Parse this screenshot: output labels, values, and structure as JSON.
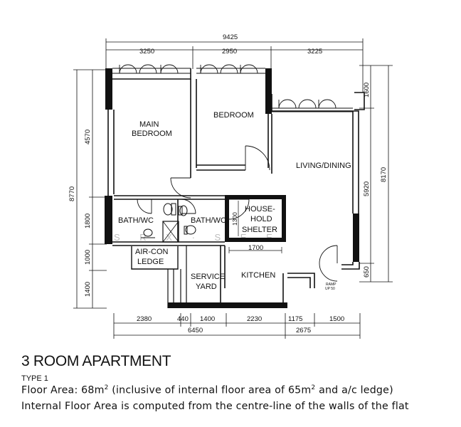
{
  "plan": {
    "rooms": {
      "main_bedroom": [
        "MAIN",
        "BEDROOM"
      ],
      "bedroom": "BEDROOM",
      "living_dining": "LIVING/DINING",
      "bath_wc_left": "BATH/WC",
      "bath_wc_right": "BATH/WC",
      "household_shelter": [
        "HOUSE-",
        "HOLD",
        "SHELTER"
      ],
      "aircon_ledge": [
        "AIR-CON",
        "LEDGE"
      ],
      "service_yard": [
        "SERVICE",
        "YARD"
      ],
      "kitchen": "KITCHEN",
      "ramp": [
        "RAMP",
        "UP 50"
      ]
    },
    "dims_top": {
      "overall": "9425",
      "parts": [
        "3250",
        "2950",
        "3225"
      ]
    },
    "dims_bottom": {
      "upper": [
        "2380",
        "440",
        "1400",
        "2230",
        "1175",
        "1500"
      ],
      "lower": [
        "6450",
        "2675"
      ]
    },
    "dims_left": {
      "overall": "8770",
      "parts": [
        "4570",
        "1800",
        "1000",
        "1400"
      ]
    },
    "dims_right": {
      "overall": "8170",
      "parts": [
        "1600",
        "5920",
        "650"
      ]
    },
    "dims_inner": {
      "shelter_width": "1700",
      "shelter_depth": "1300"
    },
    "watermark": "S  R  X  ·  S  E  E"
  },
  "caption": {
    "title": "3 ROOM APARTMENT",
    "type": "TYPE 1",
    "floor_area_prefix": "Floor Area: 68m",
    "floor_area_suffix": " (inclusive of internal floor area of 65m",
    "floor_area_end": " and a/c ledge)",
    "superscript": "2",
    "internal_note": "Internal Floor Area is computed from the centre-line of the walls of the flat"
  }
}
